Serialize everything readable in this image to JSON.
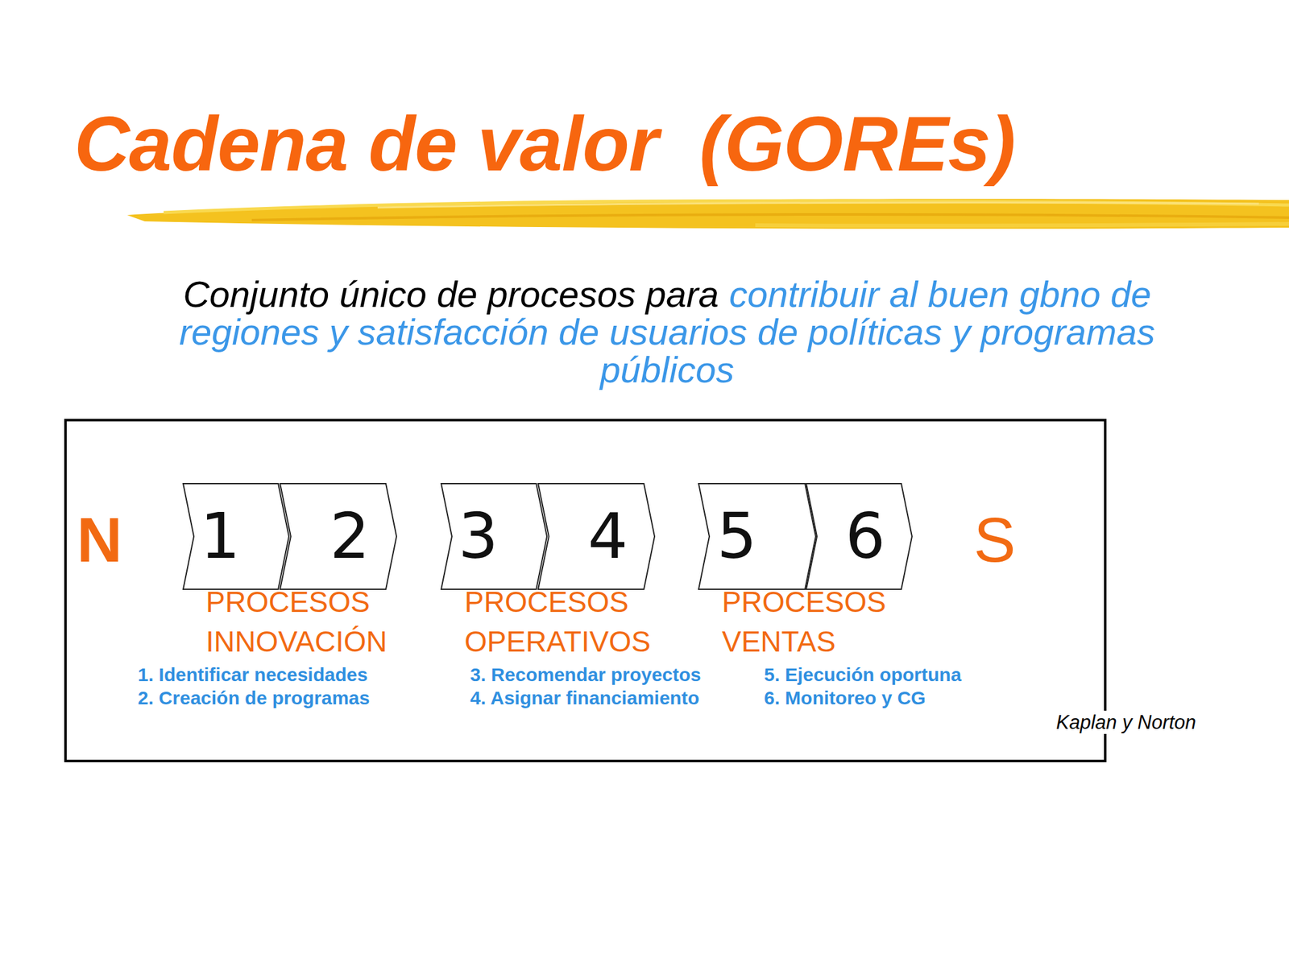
{
  "diagram": {
    "title": "Cadena de valor  (GOREs)",
    "nodes": [
      {
        "text": [
          "N",
          "S"
        ]
      },
      {
        "text": [
          "1"
        ],
        "in": 0
      },
      {
        "text": [
          "2"
        ],
        "in": 0
      },
      {
        "text": [
          "3"
        ],
        "in": 0
      },
      {
        "text": [
          "4"
        ],
        "in": 0
      },
      {
        "text": [
          "5"
        ],
        "in": 0
      },
      {
        "text": [
          "6"
        ],
        "in": 0
      }
    ],
    "labels": [
      "Conjunto único de procesos para",
      "contribuir al buen gbno de regiones y satisfacción de usuarios de políticas y programas públicos",
      "PROCESOS INNOVACIÓN",
      "PROCESOS OPERATIVOS",
      "PROCESOS VENTAS",
      "1. Identificar necesidades",
      "2. Creación de programas",
      "3. Recomendar proyectos",
      "4. Asignar financiamiento",
      "5. Ejecución oportuna",
      "6. Monitoreo y CG",
      "Kaplan y Norton"
    ]
  }
}
